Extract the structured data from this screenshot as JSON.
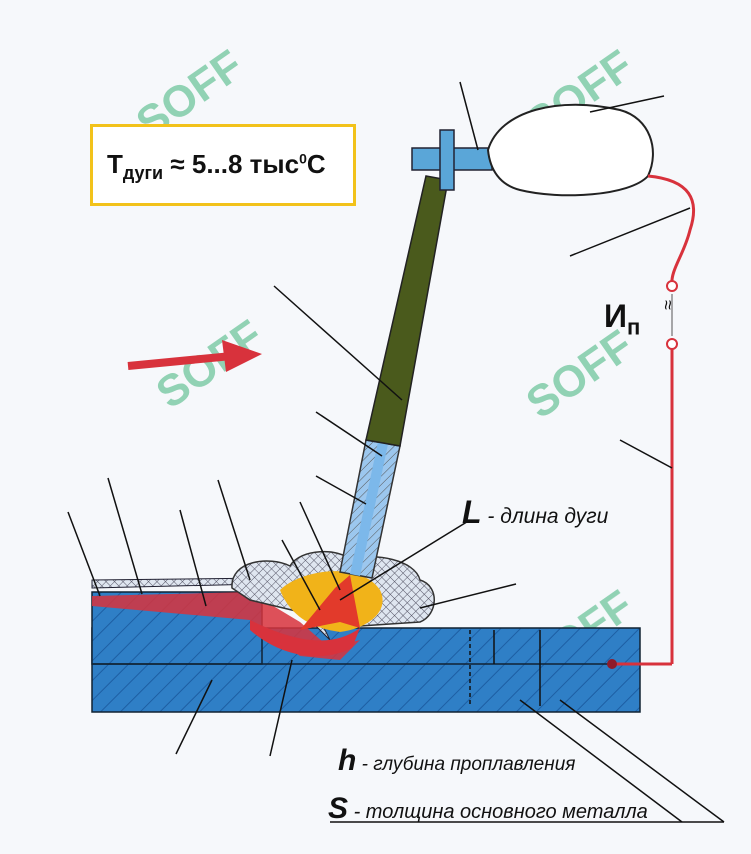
{
  "temperature": {
    "prefix": "T",
    "subscript": "дуги",
    "approx": "≈",
    "value": "5...8 тыс",
    "degree": "0",
    "unit": "С"
  },
  "arc_length": {
    "symbol": "L",
    "text": "- длина дуги"
  },
  "penetration_depth": {
    "symbol": "h",
    "text": "- глубина проплавления"
  },
  "metal_thickness": {
    "symbol": "S",
    "text": "- толщина основного металла"
  },
  "voltage": {
    "symbol": "И",
    "subscript": "п",
    "current_type": "≈"
  },
  "watermark": "SOFF",
  "colors": {
    "base_metal": "#2f7fc6",
    "base_metal_dark": "#1d5ea3",
    "weld_pool": "#f1b319",
    "arc": "#e23a2b",
    "electrode": "#4a5a1c",
    "cable": "#d8323c",
    "arrow": "#d8323c",
    "box_border": "#f2c21a",
    "watermark": "#3fb37a"
  }
}
